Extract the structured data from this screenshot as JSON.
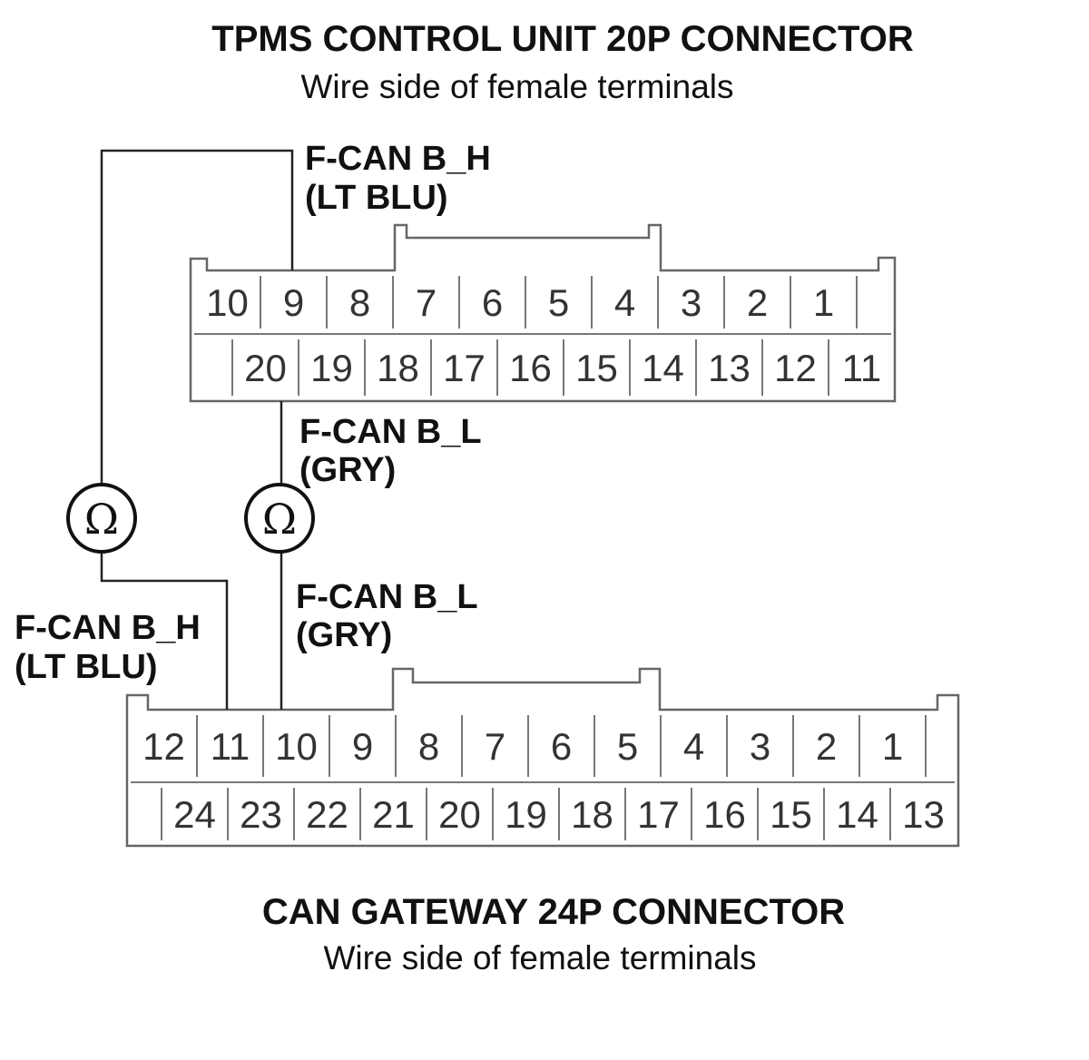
{
  "top_connector": {
    "title": "TPMS CONTROL UNIT 20P CONNECTOR",
    "subtitle": "Wire side of female terminals",
    "row1": [
      "10",
      "9",
      "8",
      "7",
      "6",
      "5",
      "4",
      "3",
      "2",
      "1"
    ],
    "row2": [
      "20",
      "19",
      "18",
      "17",
      "16",
      "15",
      "14",
      "13",
      "12",
      "11"
    ]
  },
  "bottom_connector": {
    "title": "CAN GATEWAY 24P CONNECTOR",
    "subtitle": "Wire side of female terminals",
    "row1": [
      "12",
      "11",
      "10",
      "9",
      "8",
      "7",
      "6",
      "5",
      "4",
      "3",
      "2",
      "1"
    ],
    "row2": [
      "24",
      "23",
      "22",
      "21",
      "20",
      "19",
      "18",
      "17",
      "16",
      "15",
      "14",
      "13"
    ]
  },
  "labels": {
    "top_bh_1": "F-CAN B_H",
    "top_bh_2": "(LT BLU)",
    "top_bl_1": "F-CAN B_L",
    "top_bl_2": "(GRY)",
    "bot_bl_1": "F-CAN B_L",
    "bot_bl_2": "(GRY)",
    "bot_bh_1": "F-CAN B_H",
    "bot_bh_2": "(LT BLU)"
  },
  "meters": {
    "symbol": "Ω",
    "icon": "ohmmeter-icon"
  }
}
